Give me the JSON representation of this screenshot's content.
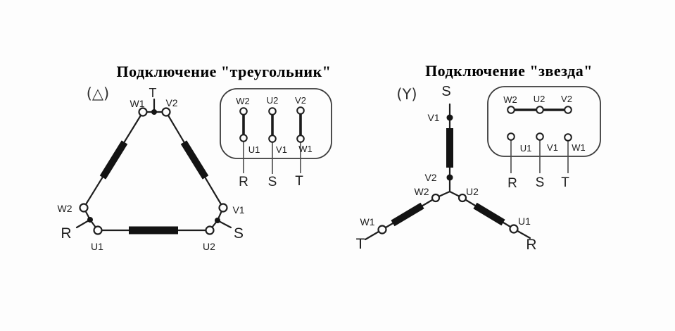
{
  "colors": {
    "background": "#fdfdfd",
    "ink": "#1e1e1e",
    "title": "#000000"
  },
  "delta": {
    "title": "Подключение \"треугольник\"",
    "symbol": "(△)",
    "phases": {
      "top": "T",
      "left": "R",
      "right": "S"
    },
    "winding_terminals": {
      "top_left": "W1",
      "top_right": "V2",
      "left_upper": "W2",
      "left_lower": "U1",
      "right_upper": "V1",
      "right_lower": "U2"
    },
    "terminal_box": {
      "top_row": [
        "W2",
        "U2",
        "V2"
      ],
      "bottom_row": [
        "U1",
        "V1",
        "W1"
      ],
      "phase_row": [
        "R",
        "S",
        "T"
      ]
    }
  },
  "star": {
    "title": "Подключение \"звезда\"",
    "symbol": "(Y)",
    "phases": {
      "top": "S",
      "left": "T",
      "right": "R"
    },
    "winding_terminals": {
      "top_outer": "V1",
      "top_inner": "V2",
      "left_inner": "W2",
      "left_outer": "W1",
      "right_inner": "U2",
      "right_outer": "U1"
    },
    "terminal_box": {
      "top_row": [
        "W2",
        "U2",
        "V2"
      ],
      "bottom_row": [
        "U1",
        "V1",
        "W1"
      ],
      "phase_row": [
        "R",
        "S",
        "T"
      ]
    }
  }
}
